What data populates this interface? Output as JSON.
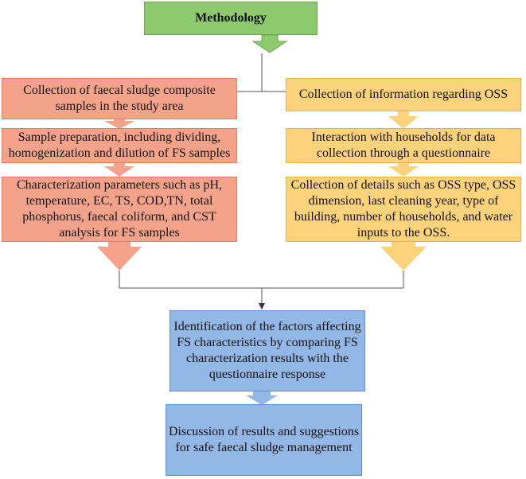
{
  "diagram": {
    "title": "Methodology",
    "left_steps": [
      "Collection of faecal sludge composite samples in the study area",
      "Sample preparation, including dividing, homogenization and dilution of FS samples",
      "Characterization parameters such as pH, temperature, EC, TS, COD,TN, total phosphorus, faecal coliform, and CST analysis for FS samples"
    ],
    "right_steps": [
      "Collection of information regarding OSS",
      "Interaction with households for data collection through a questionnaire",
      "Collection of details such as OSS type, OSS dimension, last cleaning year, type of building, number of households, and water inputs to the OSS."
    ],
    "center_steps": [
      "Identification of the factors affecting FS characteristics by comparing FS characterization results with the questionnaire response",
      "Discussion of results and suggestions for safe faecal sludge management"
    ]
  },
  "colors": {
    "title_box": "#8dca6e",
    "left_column": "#f4a38a",
    "right_column": "#fcd27a",
    "center_column": "#93b7e6"
  }
}
